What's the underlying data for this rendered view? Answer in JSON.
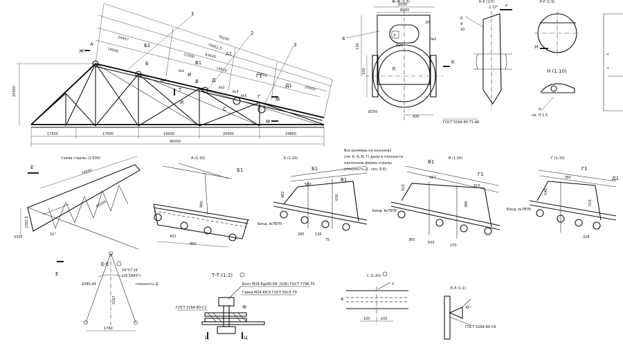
{
  "truss_view": {
    "positions": [
      "1",
      "2",
      "3"
    ],
    "dims_bottom": [
      "17500",
      "17500",
      "19000",
      "20000",
      "24800"
    ],
    "dim_total": "95000",
    "dim_height": "25000",
    "dims_top": [
      "76200",
      "70852,5",
      "63420",
      "24457",
      "19000",
      "21000",
      "22800",
      "24400",
      "19000"
    ],
    "node_marks": [
      "Ж",
      "А",
      "Б",
      "В",
      "Г",
      "Д",
      "И",
      "Т",
      "И",
      "С",
      "М",
      "М"
    ],
    "member_marks": [
      "Б1",
      "А1",
      "В1",
      "Г1",
      "Д1"
    ],
    "small_notes": [
      "№1",
      "№2",
      "№3",
      "№4",
      "№5"
    ]
  },
  "detail_top_center": {
    "title": "Ж-Ж (1:5)",
    "dims": [
      "Ø20",
      "Ø160",
      "Ø200",
      "130",
      "160",
      "20",
      "Ø250",
      "430"
    ],
    "marks": [
      "4",
      "Л",
      "К",
      "№1"
    ],
    "weld_note": "ГОСТ 5264-80-Т1-Δ6"
  },
  "detail_pipe": {
    "title": "К-К (1:5)",
    "angle": "2.72°",
    "mark_p": "Р",
    "callouts": [
      "8",
      "9",
      "10"
    ],
    "note": "ГОСТ 5264-80-Т1-Δ6"
  },
  "detail_circle": {
    "title": "Р-Р (1:5)",
    "mark": "Н"
  },
  "detail_h": {
    "title": "Н (1:10)",
    "mark": "П",
    "note": "см. П 1:5"
  },
  "boom_scheme": {
    "title": "Схема стрелы  (1:500)",
    "mark_e": "Е",
    "dims": [
      "74590",
      "66000",
      "2262.5",
      "3330",
      "32°"
    ]
  },
  "detail_a": {
    "title": "А (1:10)",
    "member": "Б1",
    "dims": [
      "880",
      "432",
      "860"
    ],
    "note": "Бинд. №7ВЛ5"
  },
  "detail_b": {
    "title": "Б (1:10)",
    "members": [
      "Б1",
      "В1"
    ],
    "dims": [
      "580",
      "482",
      "280",
      "130",
      "75",
      "630"
    ],
    "note": "Бинд. №7ВЛ5"
  },
  "detail_v": {
    "title": "В (1:10)",
    "members": [
      "В1",
      "Г1"
    ],
    "dims": [
      "567",
      "310",
      "360",
      "505",
      "510",
      "270",
      "380"
    ],
    "note": "Бинд. №7ВЛ5"
  },
  "detail_g": {
    "title": "Г (1:10)",
    "members": [
      "Г1",
      "Д1"
    ],
    "dims": [
      "780",
      "540",
      "328",
      "510"
    ],
    "note": "Бинд. №7ВЛ5"
  },
  "general_note": {
    "lines": [
      "Все размеры на косынках",
      "(см. А, Б, В, Г) даны в плоскости",
      "наклонной фермы стрелы",
      "(плоскость Д , сеч. Е-Е)."
    ]
  },
  "section_ee": {
    "title": "Е-Е",
    "angle": "16°57′16″",
    "angle2": "(16,5843°)",
    "dims": [
      "2040,44",
      "2267",
      "1760"
    ],
    "plane": "плоскость Д"
  },
  "section_tt": {
    "title": "Т-Т (1:2)",
    "bolt": "Болт М24-6gх80.58. (S36) ГОСТ 7798-70",
    "nut": "Гайка М24-6Н.6 ГОСТ 5915-70",
    "weld": "ГОСТ 5264-80-С2",
    "marks": [
      "Ф",
      "Ц",
      "Ц"
    ]
  },
  "detail_c": {
    "title": "С (1:20)",
    "marks": [
      "У",
      "Ф"
    ],
    "dims": [
      "100",
      "100"
    ]
  },
  "section_ll": {
    "title": "Л-Л (1:1)",
    "angle": "45°",
    "weld": "ГОСТ 5264-80-С8"
  }
}
